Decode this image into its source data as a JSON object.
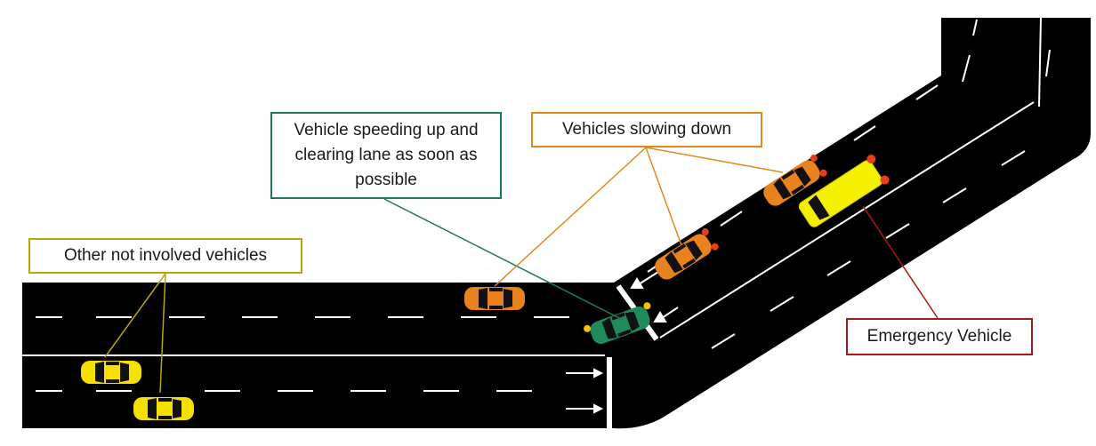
{
  "labels": {
    "other_vehicles": "Other not involved vehicles",
    "speeding_vehicle": "Vehicle speeding up and clearing lane as soon as possible",
    "slowing_vehicles": "Vehicles slowing down",
    "emergency_vehicle": "Emergency Vehicle"
  },
  "colors": {
    "road": "#000000",
    "lane_marking": "#ffffff",
    "other_vehicle": "#f5e000",
    "slowing_vehicle": "#e8821e",
    "speeding_vehicle": "#1f8a5a",
    "emergency_vehicle": "#f5f000",
    "emergency_light": "#e8401e",
    "callout_other": "#b5a800",
    "callout_speeding": "#1a7a5a",
    "callout_slowing": "#e08a1e",
    "callout_emergency": "#a81818"
  }
}
